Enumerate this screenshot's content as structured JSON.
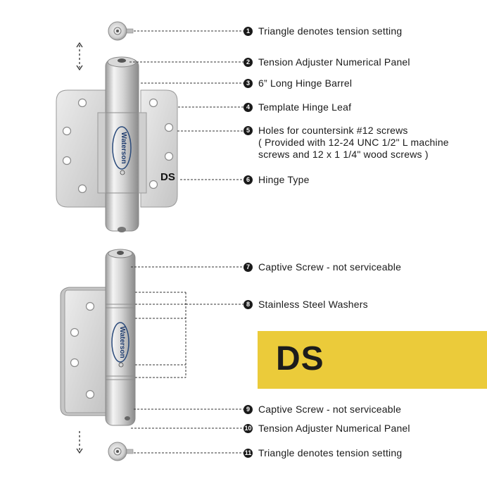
{
  "callouts": [
    {
      "n": "1",
      "lines": [
        "Triangle denotes tension setting"
      ]
    },
    {
      "n": "2",
      "lines": [
        "Tension Adjuster Numerical Panel"
      ]
    },
    {
      "n": "3",
      "lines": [
        "6” Long Hinge Barrel"
      ]
    },
    {
      "n": "4",
      "lines": [
        "Template Hinge Leaf"
      ]
    },
    {
      "n": "5",
      "lines": [
        "Holes for countersink #12 screws",
        "( Provided with 12-24 UNC 1/2\" L machine",
        "screws and 12 x 1 1/4\" wood screws )"
      ]
    },
    {
      "n": "6",
      "lines": [
        "Hinge Type"
      ]
    },
    {
      "n": "7",
      "lines": [
        "Captive Screw - not serviceable"
      ]
    },
    {
      "n": "8",
      "lines": [
        "Stainless Steel Washers"
      ]
    },
    {
      "n": "9",
      "lines": [
        "Captive Screw - not serviceable"
      ]
    },
    {
      "n": "10",
      "lines": [
        "Tension Adjuster Numerical Panel"
      ]
    },
    {
      "n": "11",
      "lines": [
        "Triangle denotes tension setting"
      ]
    }
  ],
  "leaf_label": "DS",
  "banner": {
    "text": "DS",
    "color": "#ebcb3a"
  },
  "brand_logo": "Waterson",
  "colors": {
    "steel_light": "#e6e6e6",
    "steel_dark": "#8e8e8e",
    "text": "#1a1a1a"
  }
}
